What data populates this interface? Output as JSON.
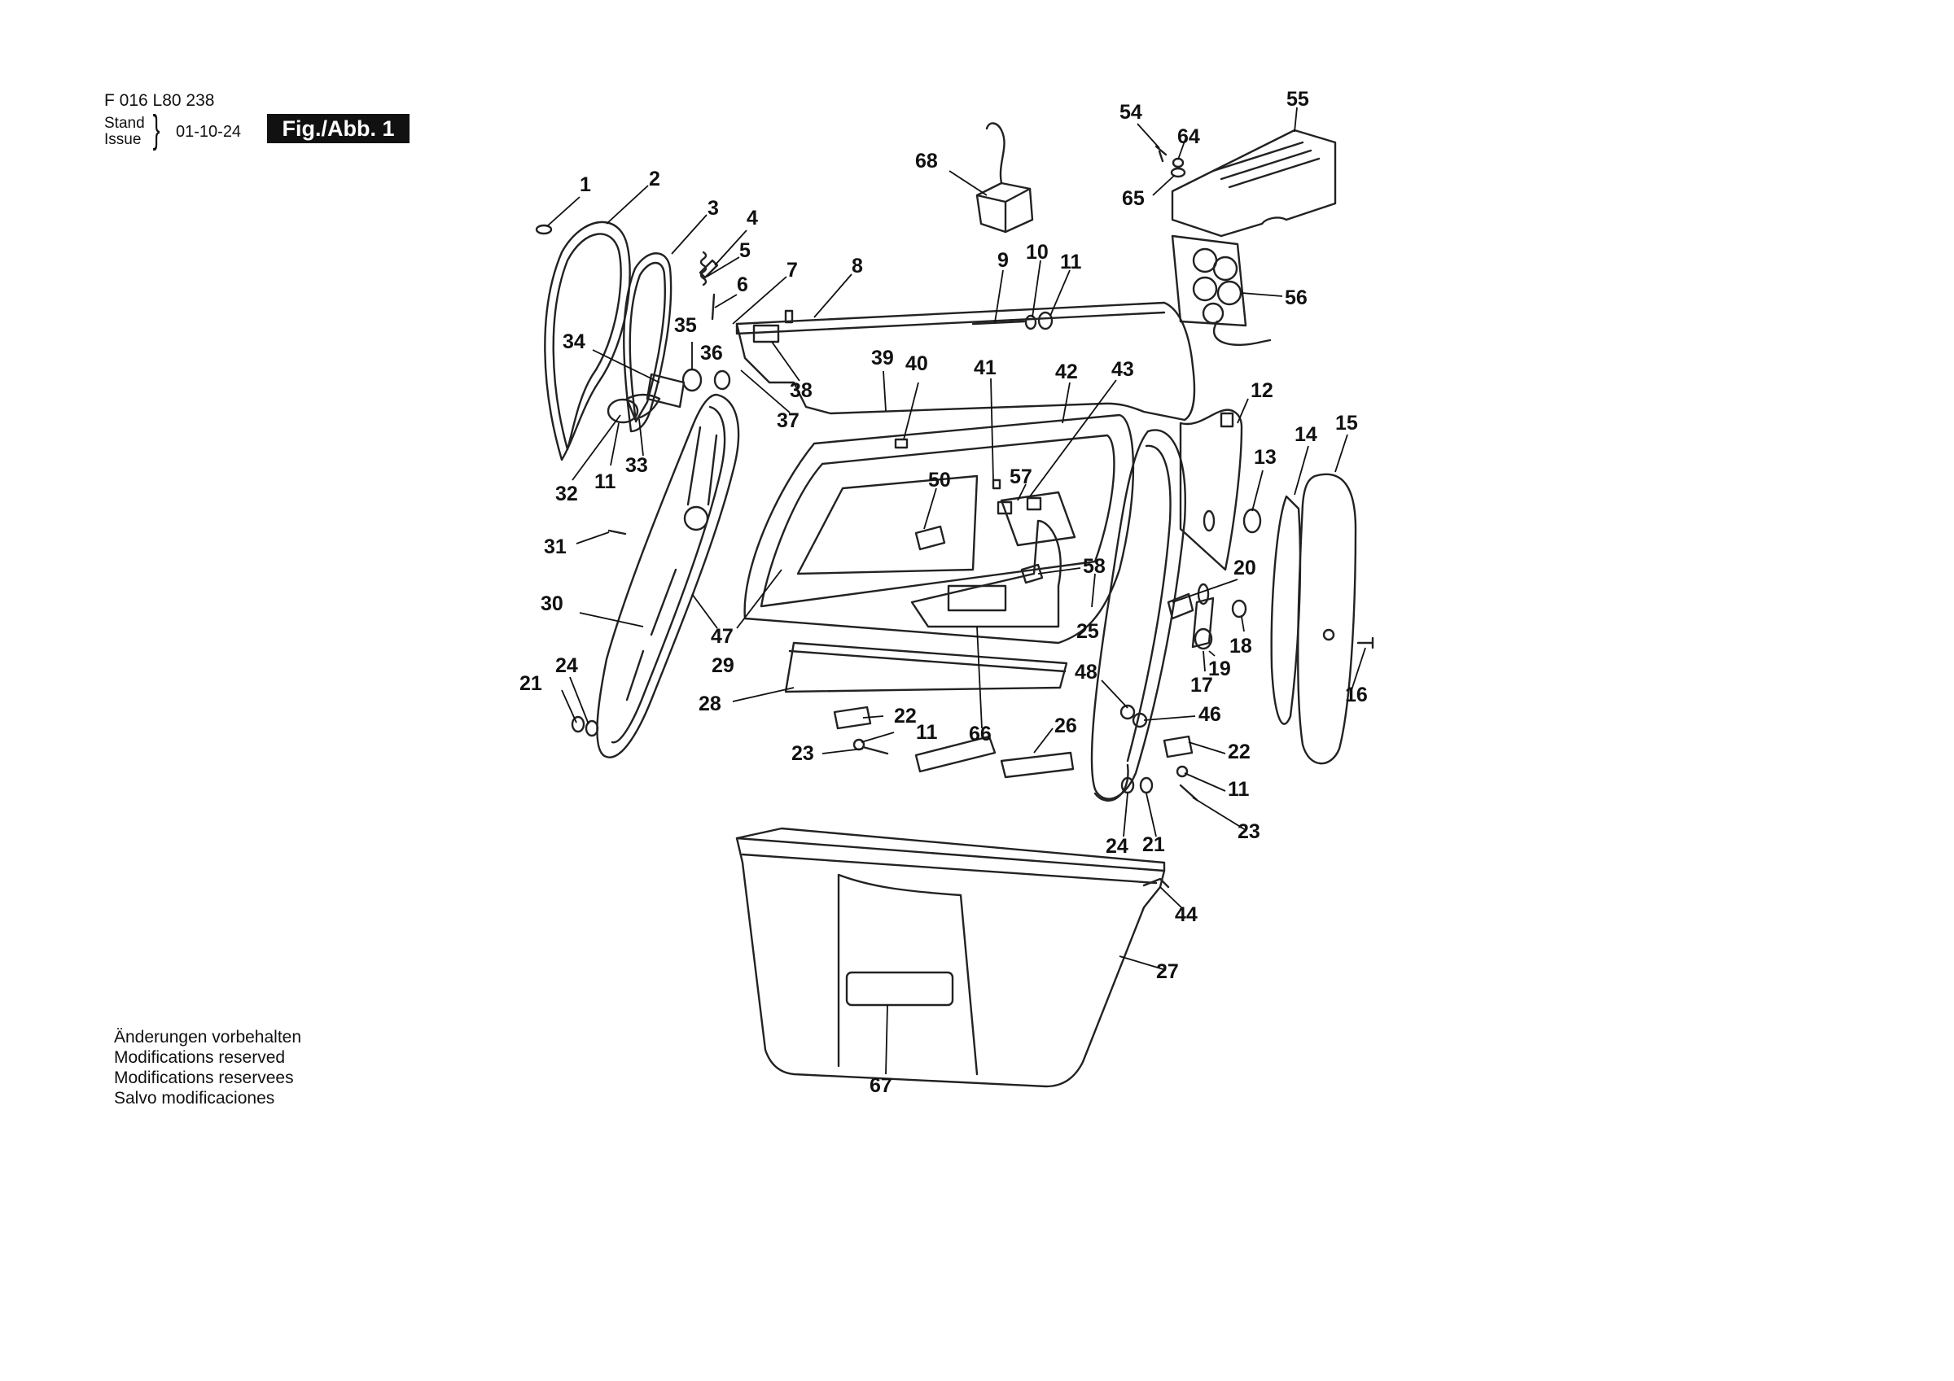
{
  "header": {
    "doc_number": "F 016 L80 238",
    "stand": "Stand",
    "issue": "Issue",
    "brace": "}",
    "date": "01-10-24",
    "figure": "Fig./Abb. 1"
  },
  "notice": [
    "Änderungen vorbehalten",
    "Modifications reserved",
    "Modifications reservees",
    "Salvo modificaciones"
  ],
  "callouts": [
    "1",
    "2",
    "3",
    "4",
    "5",
    "6",
    "7",
    "8",
    "9",
    "10",
    "11",
    "35",
    "36",
    "34",
    "38",
    "37",
    "39",
    "40",
    "41",
    "42",
    "43",
    "12",
    "33",
    "11",
    "32",
    "31",
    "50",
    "57",
    "13",
    "14",
    "15",
    "58",
    "20",
    "30",
    "47",
    "25",
    "18",
    "29",
    "19",
    "17",
    "48",
    "24",
    "21",
    "28",
    "22",
    "11",
    "46",
    "23",
    "26",
    "66",
    "22",
    "11",
    "16",
    "23",
    "24",
    "21",
    "44",
    "27",
    "67",
    "54",
    "55",
    "64",
    "65",
    "68",
    "56"
  ]
}
